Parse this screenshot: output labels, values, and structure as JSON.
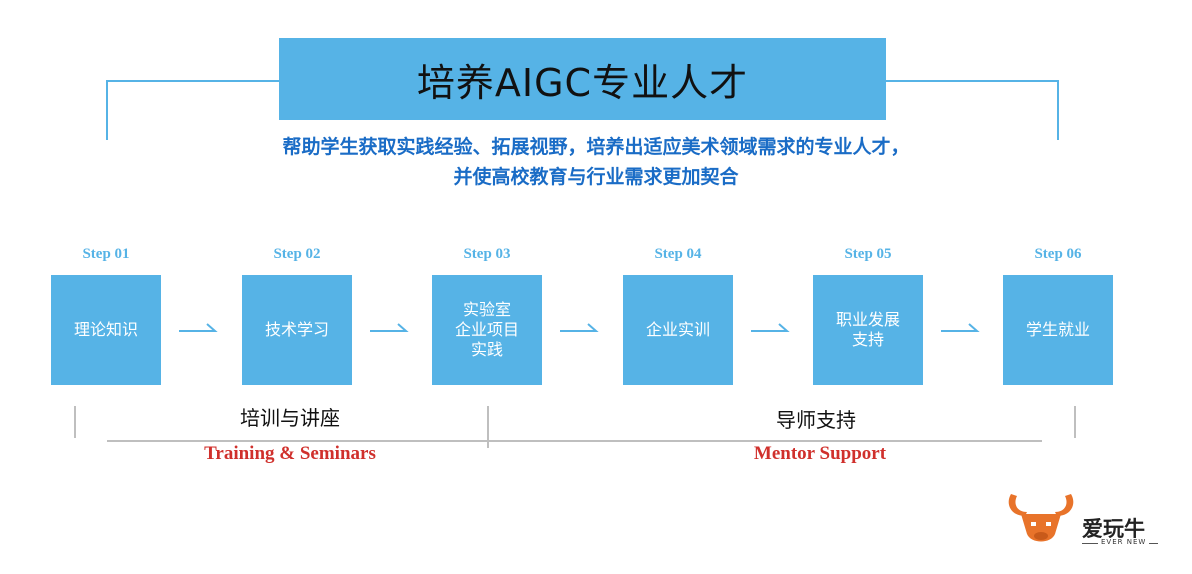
{
  "title": "培养AIGC专业人才",
  "subtitle_lines": [
    "帮助学生获取实践经验、拓展视野，培养出适应美术领域需求的专业人才，",
    "并使高校教育与行业需求更加契合"
  ],
  "steps": [
    {
      "label": "Step 01",
      "text": "理论知识"
    },
    {
      "label": "Step 02",
      "text": "技术学习"
    },
    {
      "label": "Step 03",
      "text": "实验室\n企业项目\n实践"
    },
    {
      "label": "Step 04",
      "text": "企业实训"
    },
    {
      "label": "Step 05",
      "text": "职业发展\n支持"
    },
    {
      "label": "Step 06",
      "text": "学生就业"
    }
  ],
  "phases": [
    {
      "cn": "培训与讲座",
      "en": "Training & Seminars"
    },
    {
      "cn": "导师支持",
      "en": "Mentor Support"
    }
  ],
  "logo": {
    "name": "爱玩牛",
    "tagline": "EVER NEW"
  },
  "colors": {
    "accent": "#56b3e6",
    "subtitle": "#1a6cc6",
    "phase_en": "#d0302c",
    "logo": "#e8732a"
  }
}
